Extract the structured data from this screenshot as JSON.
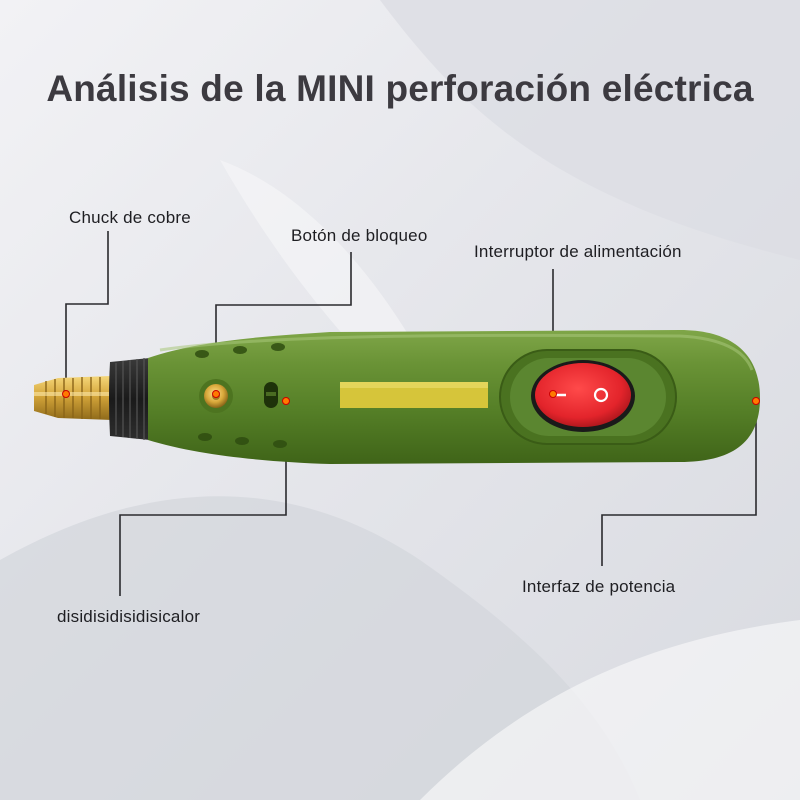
{
  "title": "Análisis de la MINI perforación eléctrica",
  "callouts": {
    "chuck": "Chuck de cobre",
    "lock_button": "Botón de bloqueo",
    "power_switch": "Interruptor de alimentación",
    "power_interface": "Interfaz de potencia",
    "vent": "disidisidisidisicalor"
  },
  "colors": {
    "body_green": "#5f8a2c",
    "switch_red": "#e3242b",
    "brass": "#d4a53a",
    "label_panel": "#d6c53a",
    "marker": "#ff7a00"
  }
}
